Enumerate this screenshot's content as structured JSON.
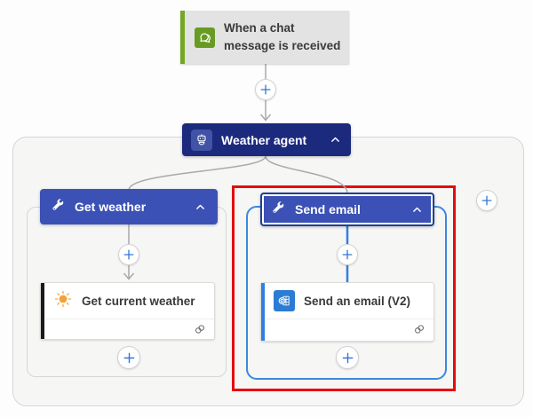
{
  "trigger": {
    "label": "When a chat message is received",
    "icon": "chat-icon"
  },
  "agent": {
    "label": "Weather agent",
    "icon": "bot-icon",
    "collapse_icon": "chevron-up-icon"
  },
  "branches": {
    "left": {
      "header": {
        "label": "Get weather",
        "icon": "wrench-icon",
        "collapse_icon": "chevron-up-icon"
      },
      "action": {
        "label": "Get current weather",
        "icon": "sun-icon",
        "status_icon": "connection-icon"
      }
    },
    "right": {
      "selected": true,
      "header": {
        "label": "Send email",
        "icon": "wrench-icon",
        "collapse_icon": "chevron-up-icon"
      },
      "action": {
        "label": "Send an email (V2)",
        "icon": "outlook-icon",
        "status_icon": "connection-icon"
      }
    }
  },
  "add_button_icon": "plus-icon",
  "colors": {
    "page_bg": "#fdfdfd",
    "panel_bg": "#f6f6f5",
    "panel_border": "#d6d6d6",
    "trigger_bg": "#e3e3e3",
    "trigger_accent": "#74a727",
    "trigger_icon_bg": "#679b23",
    "agent_bg": "#1c2a7e",
    "agent_icon_bg": "#4053a6",
    "tool_header_bg": "#3b51b5",
    "selection_outline": "#20408f",
    "blue_container_border": "#3d87dd",
    "branch_accent": "#2f80e0",
    "red_highlight": "#e50c0c",
    "connector_gray": "#a9a9a9",
    "card_bg": "#ffffff",
    "card_border": "#dcdcdc",
    "action_bar_black": "#1a1a1a",
    "outlook_blue": "#2b7cd3",
    "sun_orange": "#f2a23a",
    "plus_blue": "#3478d6",
    "text_dark": "#3a3a3a"
  }
}
